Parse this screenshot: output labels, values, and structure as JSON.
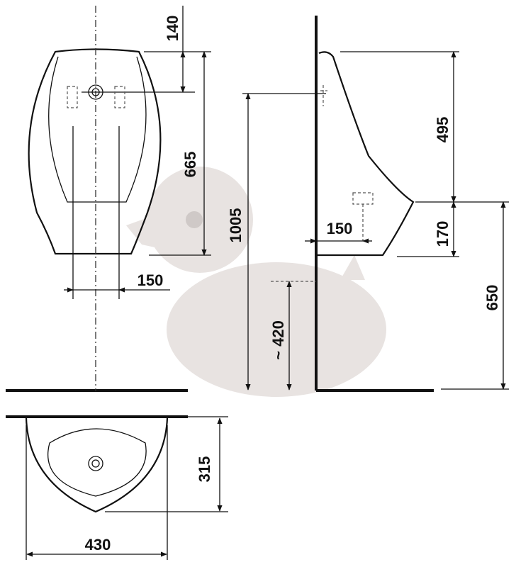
{
  "dimensions": {
    "top_offset": "140",
    "outlet_height": "665",
    "front_spacing": "150",
    "inlet_height": "1005",
    "rim_height": "~ 420",
    "side_depth_upper": "495",
    "side_depth_lower": "170",
    "side_wall_offset": "150",
    "side_floor_height": "650",
    "plan_depth": "315",
    "plan_width": "430"
  },
  "colors": {
    "line": "#111111",
    "duck_silhouette": "#e8e3e1",
    "duck_eye": "#cfc9c7"
  }
}
